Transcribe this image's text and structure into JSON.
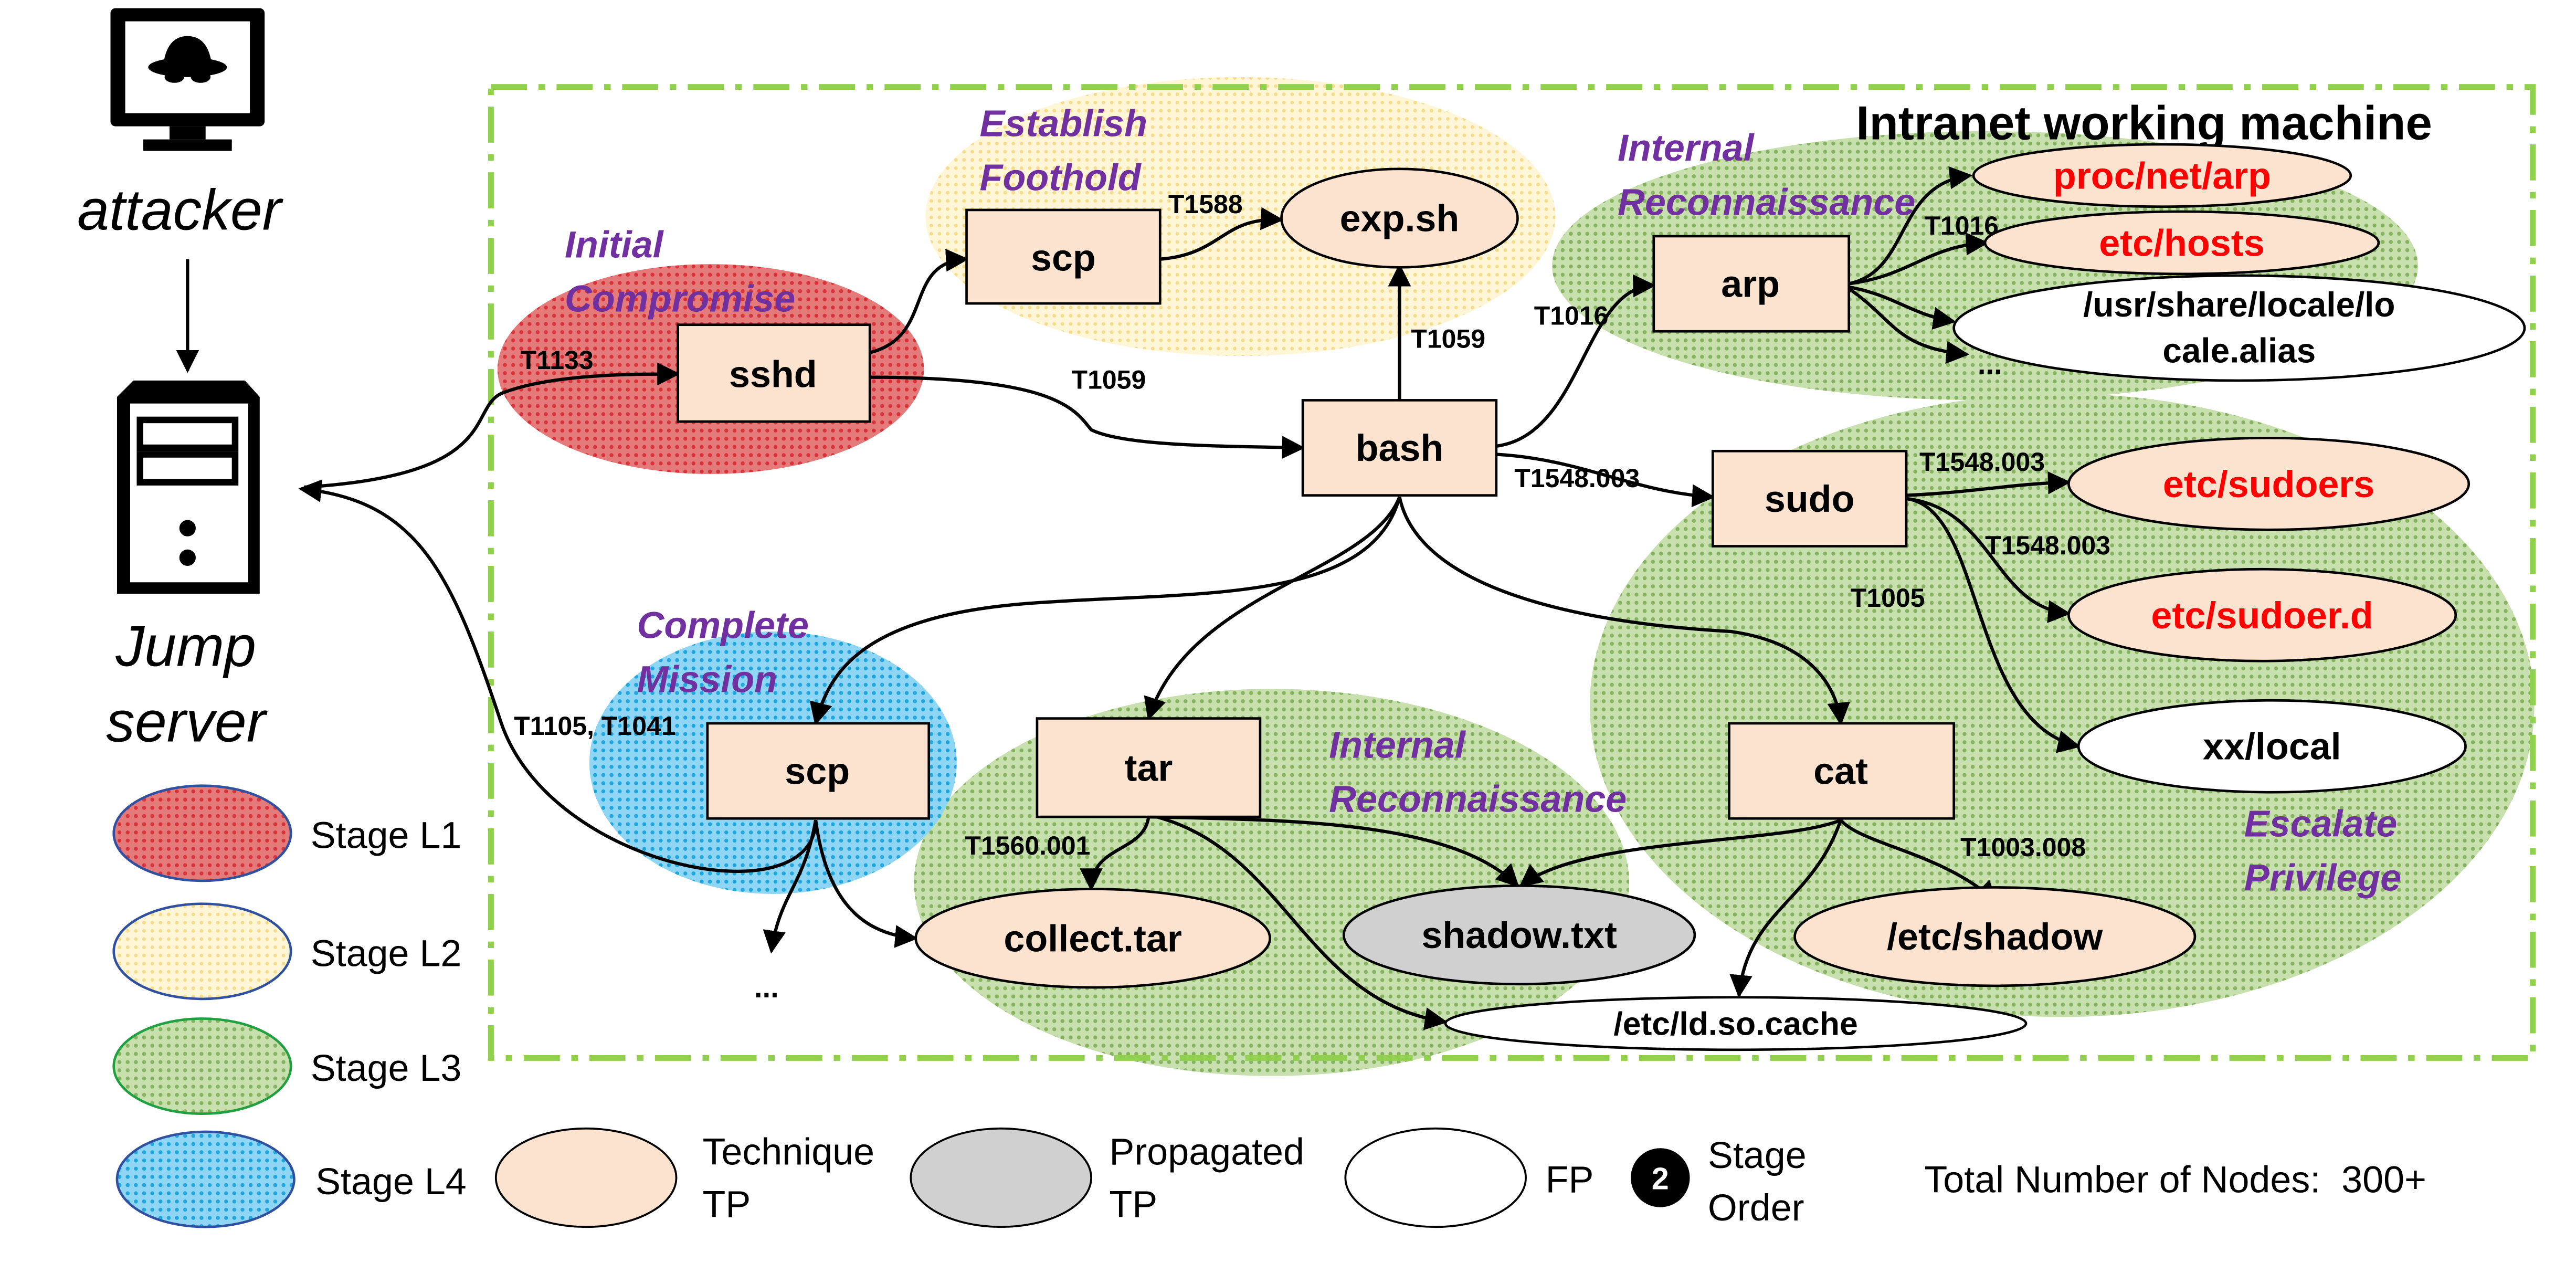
{
  "actors": {
    "attacker": "attacker",
    "jump_server_line1": "Jump",
    "jump_server_line2": "server"
  },
  "boundary": {
    "title": "Intranet working machine"
  },
  "stages": {
    "initial": [
      "Initial",
      "Compromise"
    ],
    "foothold": [
      "Establish",
      "Foothold"
    ],
    "recon1": [
      "Internal",
      "Reconnaissance"
    ],
    "recon2": [
      "Internal",
      "Reconnaissance"
    ],
    "mission": [
      "Complete",
      "Mission"
    ],
    "escalate": [
      "Escalate",
      "Privilege"
    ]
  },
  "nodes": {
    "sshd": "sshd",
    "scp_top": "scp",
    "exp": "exp.sh",
    "bash": "bash",
    "arp": "arp",
    "proc_arp": "proc/net/arp",
    "etc_hosts": "etc/hosts",
    "locale_1": "/usr/share/locale/lo",
    "locale_2": "cale.alias",
    "ellipsis_arp": "...",
    "sudo": "sudo",
    "sudoers": "etc/sudoers",
    "sudoer_d": "etc/sudoer.d",
    "xx_local": "xx/local",
    "scp_bottom": "scp",
    "tar": "tar",
    "cat": "cat",
    "collect": "collect.tar",
    "shadow_txt": "shadow.txt",
    "etc_shadow": "/etc/shadow",
    "ld_cache": "/etc/ld.so.cache",
    "ellipsis_scp": "..."
  },
  "edges": {
    "t1133": "T1133",
    "t1588": "T1588",
    "t1059_a": "T1059",
    "t1059_b": "T1059",
    "t1016_a": "T1016",
    "t1016_b": "T1016",
    "t1548_a": "T1548.003",
    "t1548_b": "T1548.003",
    "t1548_c": "T1548.003",
    "t1005": "T1005",
    "t1105": "T1105, T1041",
    "t1560": "T1560.001",
    "t1003": "T1003.008"
  },
  "legend": {
    "stage_l1": "Stage L1",
    "stage_l2": "Stage L2",
    "stage_l3": "Stage L3",
    "stage_l4": "Stage L4",
    "technique_tp": [
      "Technique",
      "TP"
    ],
    "propagated_tp": [
      "Propagated",
      "TP"
    ],
    "fp": "FP",
    "stage_order_badge": "2",
    "stage_order": [
      "Stage",
      "Order"
    ],
    "total_nodes": "Total Number of Nodes:  300+"
  },
  "colors": {
    "stage_l1": "#e05050",
    "stage_l2": "#fdeeb8",
    "stage_l3": "#a8cc88",
    "stage_l4": "#40b8e8",
    "technique_fill": "#fbe3d0",
    "propagated_fill": "#d0d0d0",
    "stage_label": "#7030a0",
    "tp_text": "#ff0000",
    "boundary": "#92d050"
  }
}
